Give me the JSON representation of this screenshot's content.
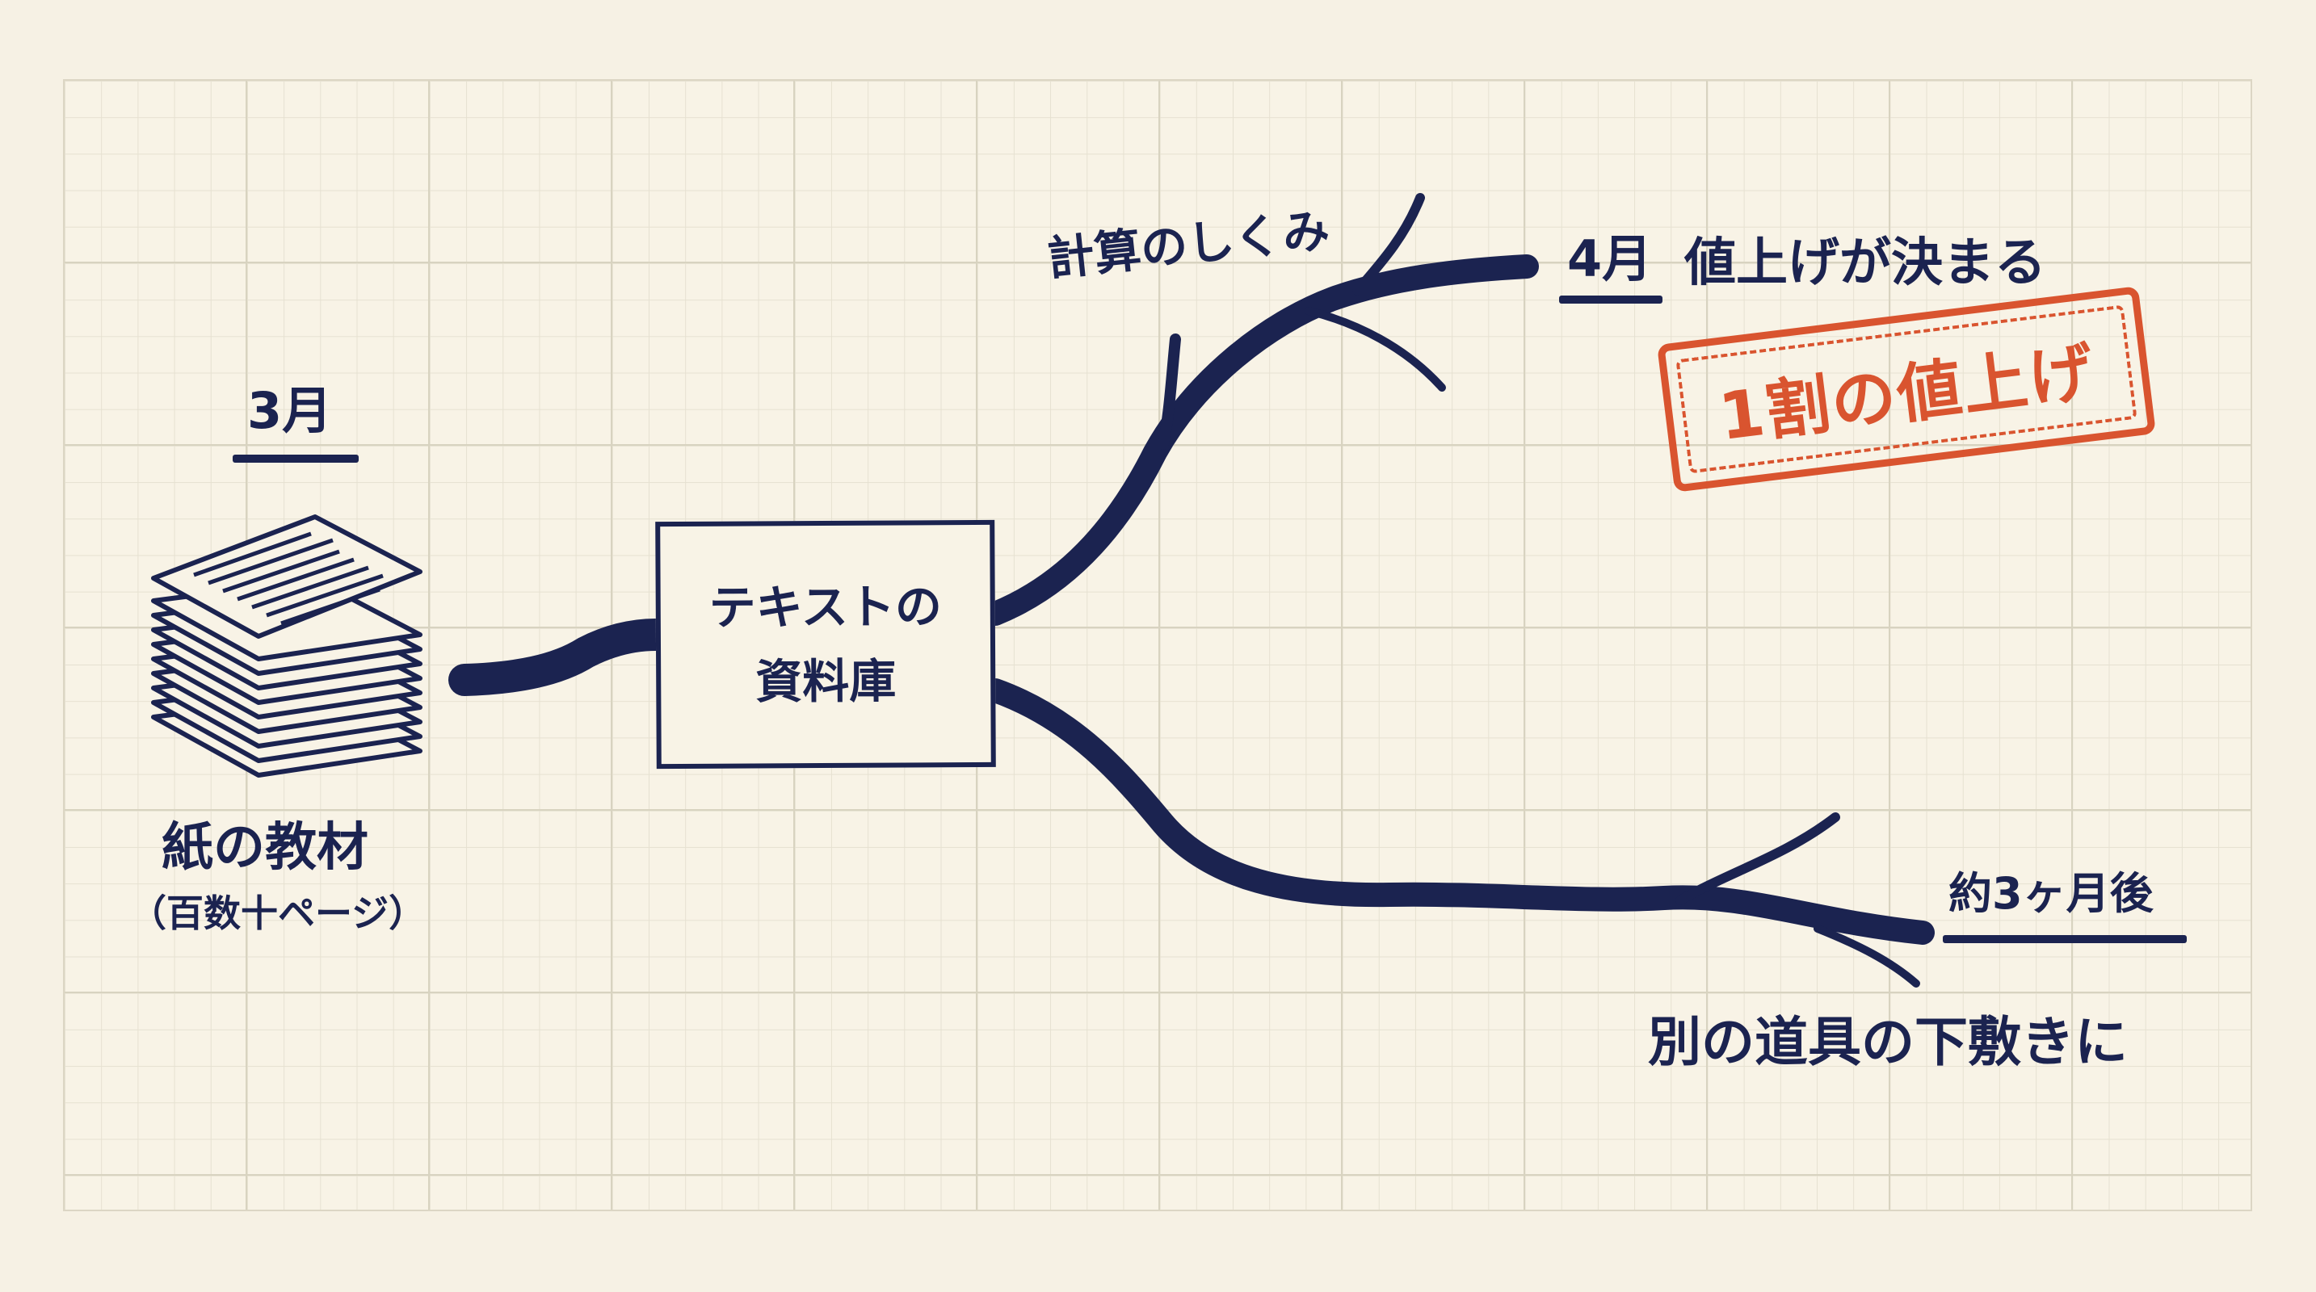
{
  "left": {
    "month": "3月",
    "source_title": "紙の教材",
    "source_subtitle": "（百数十ページ）"
  },
  "center": {
    "line1": "テキストの",
    "line2": "資料庫"
  },
  "upper_branch": {
    "label": "計算のしくみ",
    "month": "4月",
    "event": "値上げが決まる",
    "stamp": "1割の値上げ"
  },
  "lower_branch": {
    "timing": "約3ヶ月後",
    "outcome": "別の道具の下敷きに"
  },
  "colors": {
    "ink": "#1b2350",
    "stamp": "#d9542f",
    "paper": "#f6f1e4"
  }
}
